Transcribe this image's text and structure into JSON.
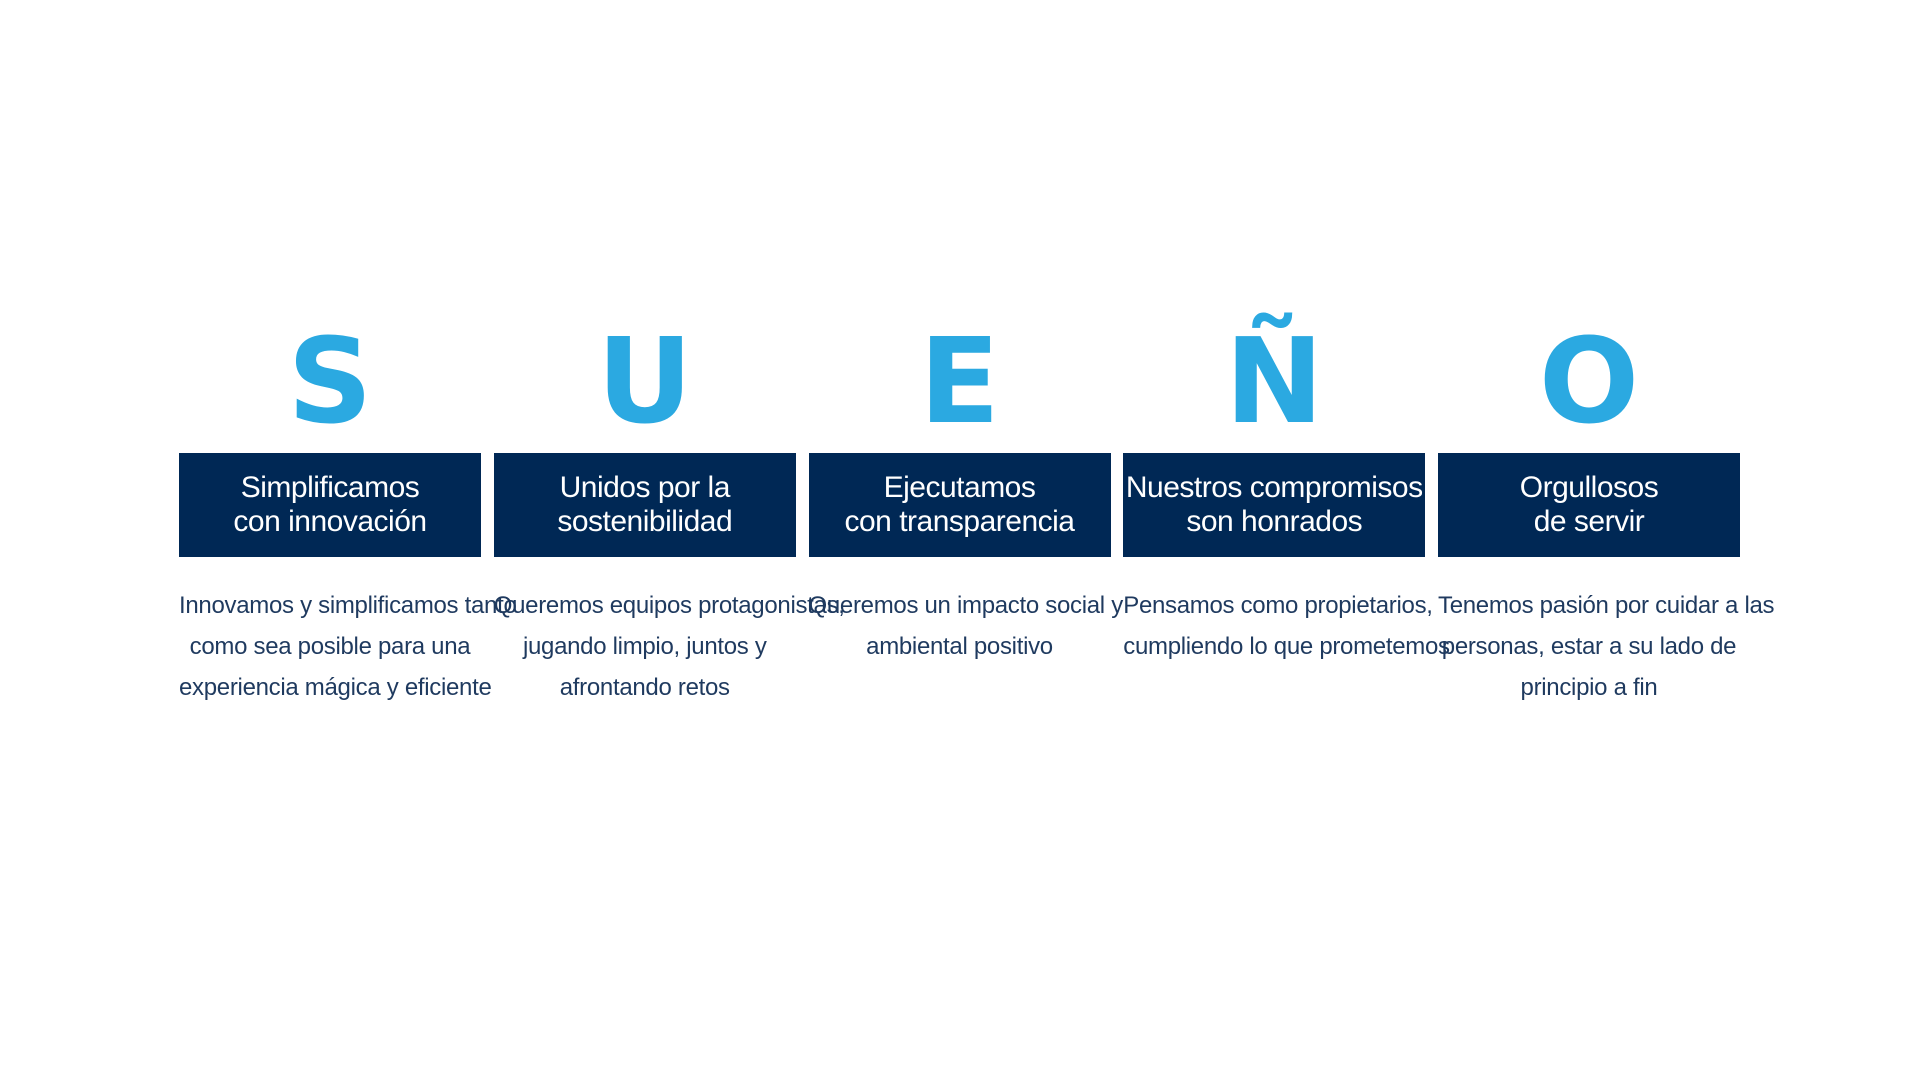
{
  "colors": {
    "letter": "#2ba9e1",
    "box": "#002855",
    "box_text": "#ffffff",
    "description": "#1f3a5f",
    "background": "#ffffff"
  },
  "values": [
    {
      "letter": "S",
      "title": [
        "Simplificamos",
        "con innovación"
      ],
      "description": [
        "Innovamos y simplificamos tanto",
        "como sea posible para una",
        "experiencia mágica y eficiente"
      ]
    },
    {
      "letter": "U",
      "title": [
        "Unidos por la",
        "sostenibilidad"
      ],
      "description": [
        "Queremos equipos protagonistas,",
        "jugando limpio, juntos y",
        "afrontando retos"
      ]
    },
    {
      "letter": "E",
      "title": [
        "Ejecutamos",
        "con transparencia"
      ],
      "description": [
        "Queremos un impacto social y",
        "ambiental positivo"
      ]
    },
    {
      "letter": "Ñ",
      "title": [
        "Nuestros compromisos",
        "son honrados"
      ],
      "description": [
        "Pensamos como propietarios,",
        "cumpliendo lo que prometemos"
      ]
    },
    {
      "letter": "O",
      "title": [
        "Orgullosos",
        "de servir"
      ],
      "description": [
        "Tenemos pasión por cuidar a las",
        "personas, estar a su lado de",
        "principio a fin"
      ]
    }
  ]
}
